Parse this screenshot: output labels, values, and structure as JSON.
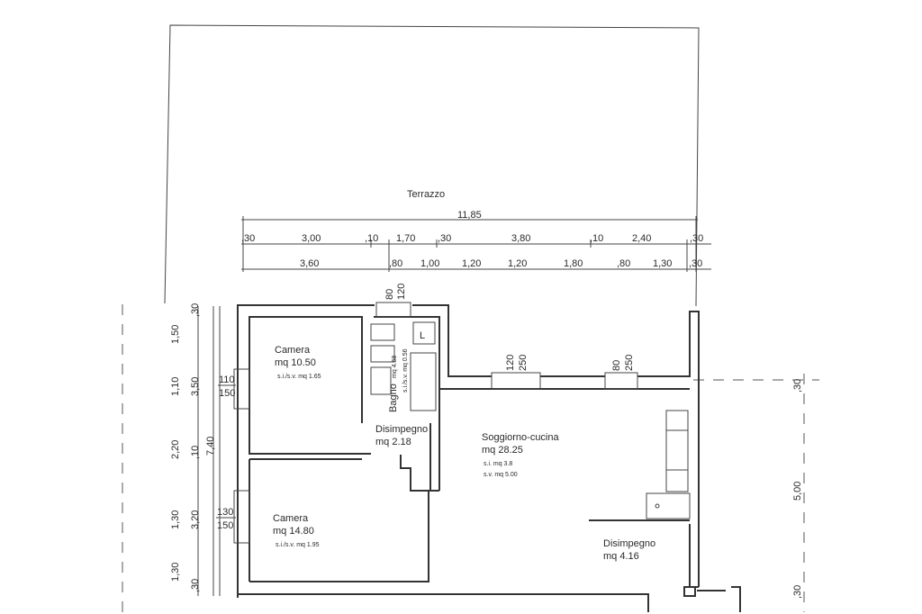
{
  "rooms": {
    "terrazzo": "Terrazzo",
    "camera_top_name": "Camera",
    "camera_top_area": "mq 10.50",
    "camera_top_sub": "s.i./s.v. mq 1.65",
    "bagno_name": "Bagno",
    "bagno_area": "mq 4.68",
    "bagno_sub": "s.i./s.v. mq 0.56",
    "bagno_symbol": "L",
    "disimpegno_center_name": "Disimpegno",
    "disimpegno_center_area": "mq 2.18",
    "soggiorno_name": "Soggiorno-cucina",
    "soggiorno_area": "mq 28.25",
    "soggiorno_si": "s.i. mq 3.8",
    "soggiorno_sv": "s.v. mq 5.00",
    "camera_bottom_name": "Camera",
    "camera_bottom_area": "mq 14.80",
    "camera_bottom_sub": "s.i./s.v. mq 1.95",
    "disimpegno_right_name": "Disimpegno",
    "disimpegno_right_area": "mq 4.16"
  },
  "dimensions": {
    "total": "11,85",
    "row1": [
      ",30",
      "3,00",
      ",10",
      "1,70",
      ",30",
      "3,80",
      ",10",
      "2,40",
      ",30"
    ],
    "row2": [
      "3,60",
      ",80",
      "1,00",
      "1,20",
      "1,20",
      "1,80",
      ",80",
      "1,30",
      ",30"
    ],
    "left_col1": [
      "1,50",
      "1,10",
      "2,20",
      "1,30",
      "1,30"
    ],
    "left_col2": [
      ",30",
      "3,50",
      ",10",
      "3,20",
      ",30"
    ],
    "left_total": "7,40",
    "right_col": [
      ",30",
      "5,00",
      ",30"
    ],
    "window_top_left": [
      "110",
      "150"
    ],
    "window_bottom_left": [
      "130",
      "150"
    ],
    "window_bathroom": [
      "80",
      "120"
    ],
    "window_living1": [
      "120",
      "250"
    ],
    "window_living2": [
      "80",
      "250"
    ]
  }
}
